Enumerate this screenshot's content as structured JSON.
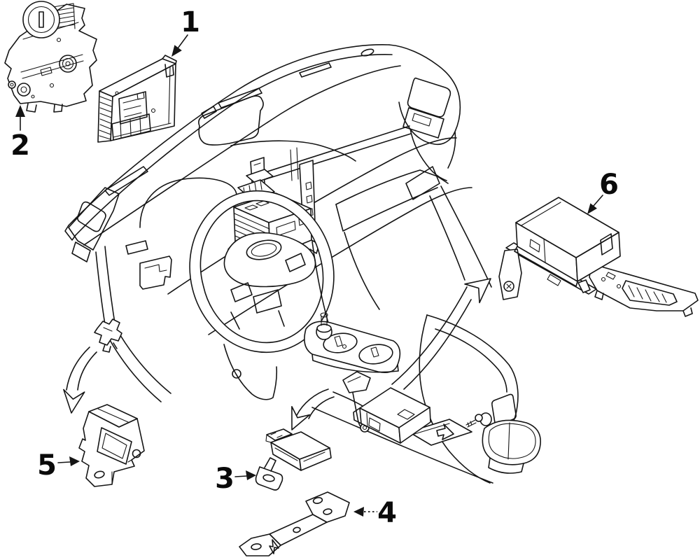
{
  "diagram": {
    "background_color": "#ffffff",
    "line_color": "#151515",
    "callouts": [
      {
        "label": "1"
      },
      {
        "label": "2"
      },
      {
        "label": "3"
      },
      {
        "label": "4"
      },
      {
        "label": "5"
      },
      {
        "label": "6"
      }
    ]
  }
}
